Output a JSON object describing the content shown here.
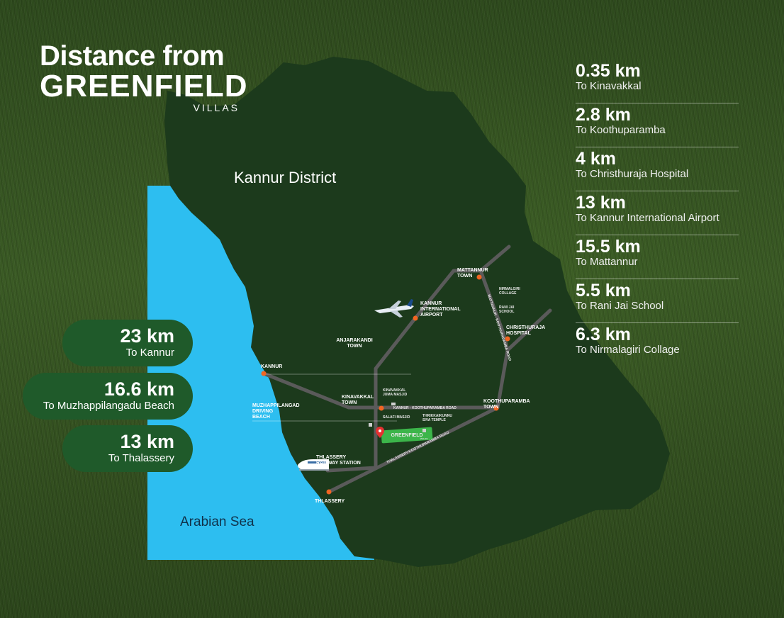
{
  "title": {
    "line1": "Distance from",
    "line2": "GREENFIELD",
    "line3": "VILLAS"
  },
  "map": {
    "region_label": "Kannur District",
    "sea_label": "Arabian Sea",
    "places": {
      "mattannur": [
        "MATTANNUR",
        "TOWN"
      ],
      "airport": [
        "KANNUR",
        "INTERNATIONAL",
        "AIRPORT"
      ],
      "nirmalagiri": [
        "NIRMALGIRI",
        "COLLAGE"
      ],
      "ranijai": [
        "RANI JAI",
        "SCHOOL"
      ],
      "christhuraja": [
        "CHRISTHURAJA",
        "HOSPITAL"
      ],
      "anjarakandi": [
        "ANJARAKANDI",
        "TOWN"
      ],
      "kannur": [
        "KANNUR"
      ],
      "kinavakkal": [
        "KINAVAKKAL",
        "TOWN"
      ],
      "juma_masjid": [
        "KINAVAKKAL",
        "JUMA MASJID"
      ],
      "koothuparamba": [
        "KOOTHUPARAMBA",
        "TOWN"
      ],
      "muzhappilangad": [
        "MUZHAPPILANGAD",
        "DRIVING",
        "BEACH"
      ],
      "salafi": [
        "SALAFI MASJID"
      ],
      "thrikkaikunnu": [
        "THRIKKAIKUNNU",
        "SIVA TEMPLE"
      ],
      "railway": [
        "THLASSERY",
        "RAILWAY STATION"
      ],
      "thalassery": [
        "THLASSERY"
      ],
      "greenfield_marker": "GREENFIELD",
      "greenfield_marker_sub": "VILLAS"
    },
    "roads": {
      "kannur_koothuparamba": "KANNUR - KOOTHUPARAMBA ROAD",
      "thalassery_koothuparamba": "THALASSERY-KOOTHUPARAMBA ROAD",
      "mattannur_road": "MATTANNUR - KOOTHUPARAMBA ROAD"
    },
    "colors": {
      "land": "#1c3a1c",
      "sea": "#2dbef0",
      "road": "#5a5a5a",
      "marker": "#f26522",
      "villa": "#3cb54a"
    }
  },
  "right_distances": [
    {
      "km": "0.35 km",
      "to": "To Kinavakkal"
    },
    {
      "km": "2.8 km",
      "to": "To Koothuparamba"
    },
    {
      "km": "4 km",
      "to": "To Christhuraja Hospital"
    },
    {
      "km": "13 km",
      "to": "To Kannur  International Airport"
    },
    {
      "km": "15.5 km",
      "to": "To Mattannur"
    },
    {
      "km": "5.5 km",
      "to": "To Rani Jai School"
    },
    {
      "km": "6.3 km",
      "to": "To Nirmalagiri Collage"
    }
  ],
  "left_distances": [
    {
      "km": "23 km",
      "to": "To Kannur"
    },
    {
      "km": "16.6 km",
      "to": "To Muzhappilangadu Beach"
    },
    {
      "km": "13 km",
      "to": "To Thalassery"
    }
  ]
}
